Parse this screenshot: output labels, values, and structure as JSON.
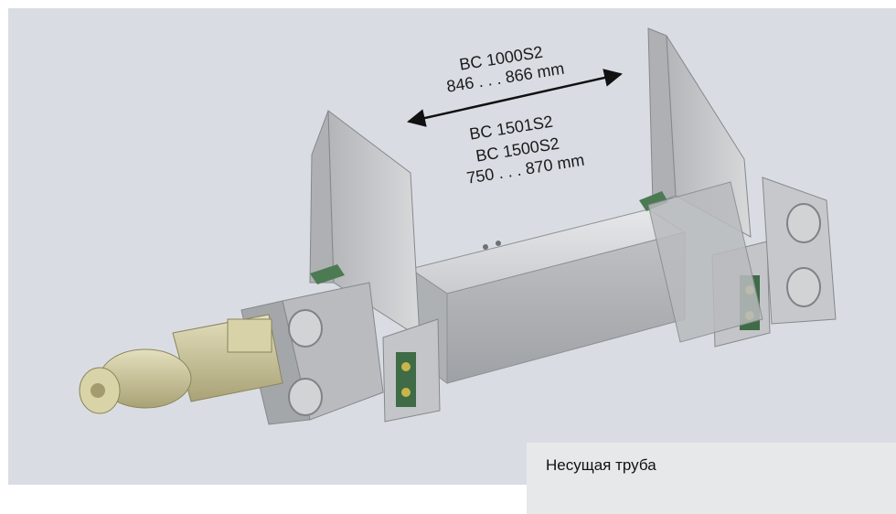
{
  "dimensions": {
    "top_model": "BC 1000S2",
    "top_range": "846 . . . 866 mm",
    "bottom_model_1": "BC 1501S2",
    "bottom_model_2": "BC 1500S2",
    "bottom_range": "750 . . . 870 mm"
  },
  "caption": {
    "label": "Несущая труба"
  },
  "colors": {
    "background": "#d9dde3",
    "caption_bg": "#e7e8ea",
    "metal": "#c4c6c9",
    "gear_brass": "#c9c39a",
    "green_part": "#4c7a52"
  }
}
